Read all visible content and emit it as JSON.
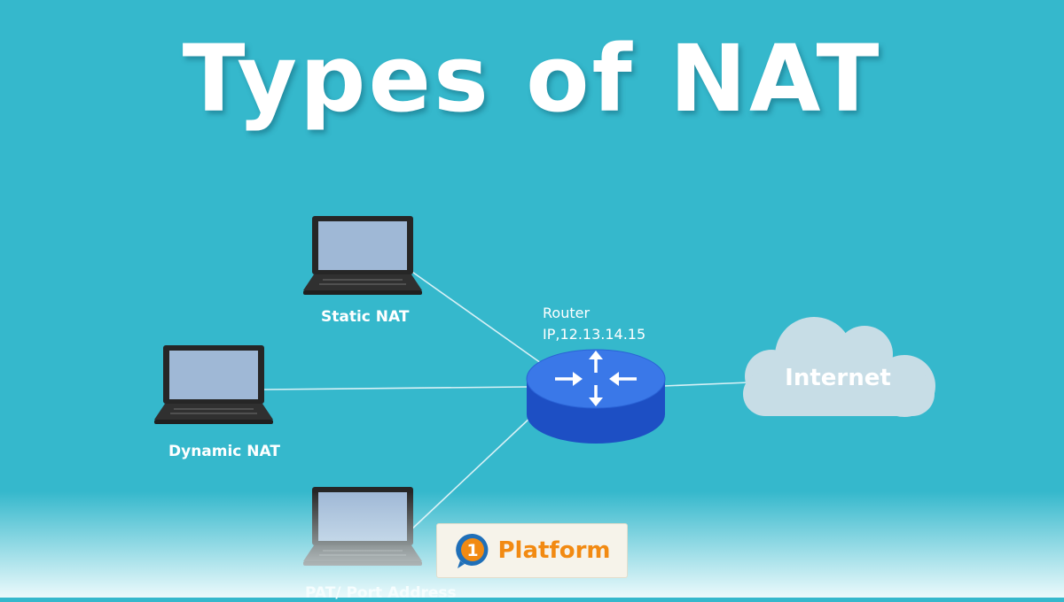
{
  "title": "Types of NAT",
  "devices": [
    {
      "label": "Static NAT"
    },
    {
      "label": "Dynamic NAT"
    },
    {
      "label": "PAT/ Port Address"
    }
  ],
  "router": {
    "label": "Router",
    "ip": "IP,12.13.14.15",
    "icon": "router-arrows-icon"
  },
  "cloud": {
    "label": "Internet"
  },
  "badge": {
    "number": "1",
    "label": "Platform"
  },
  "colors": {
    "background": "#35b8cc",
    "router": "#2f6fe0",
    "router_dark": "#1d4fc4",
    "laptop_screen": "#9fb8d6",
    "laptop_body": "#2a2a2a",
    "cloud": "#c7dde6",
    "badge_orange": "#f28a12",
    "badge_blue": "#1f6fb8"
  }
}
